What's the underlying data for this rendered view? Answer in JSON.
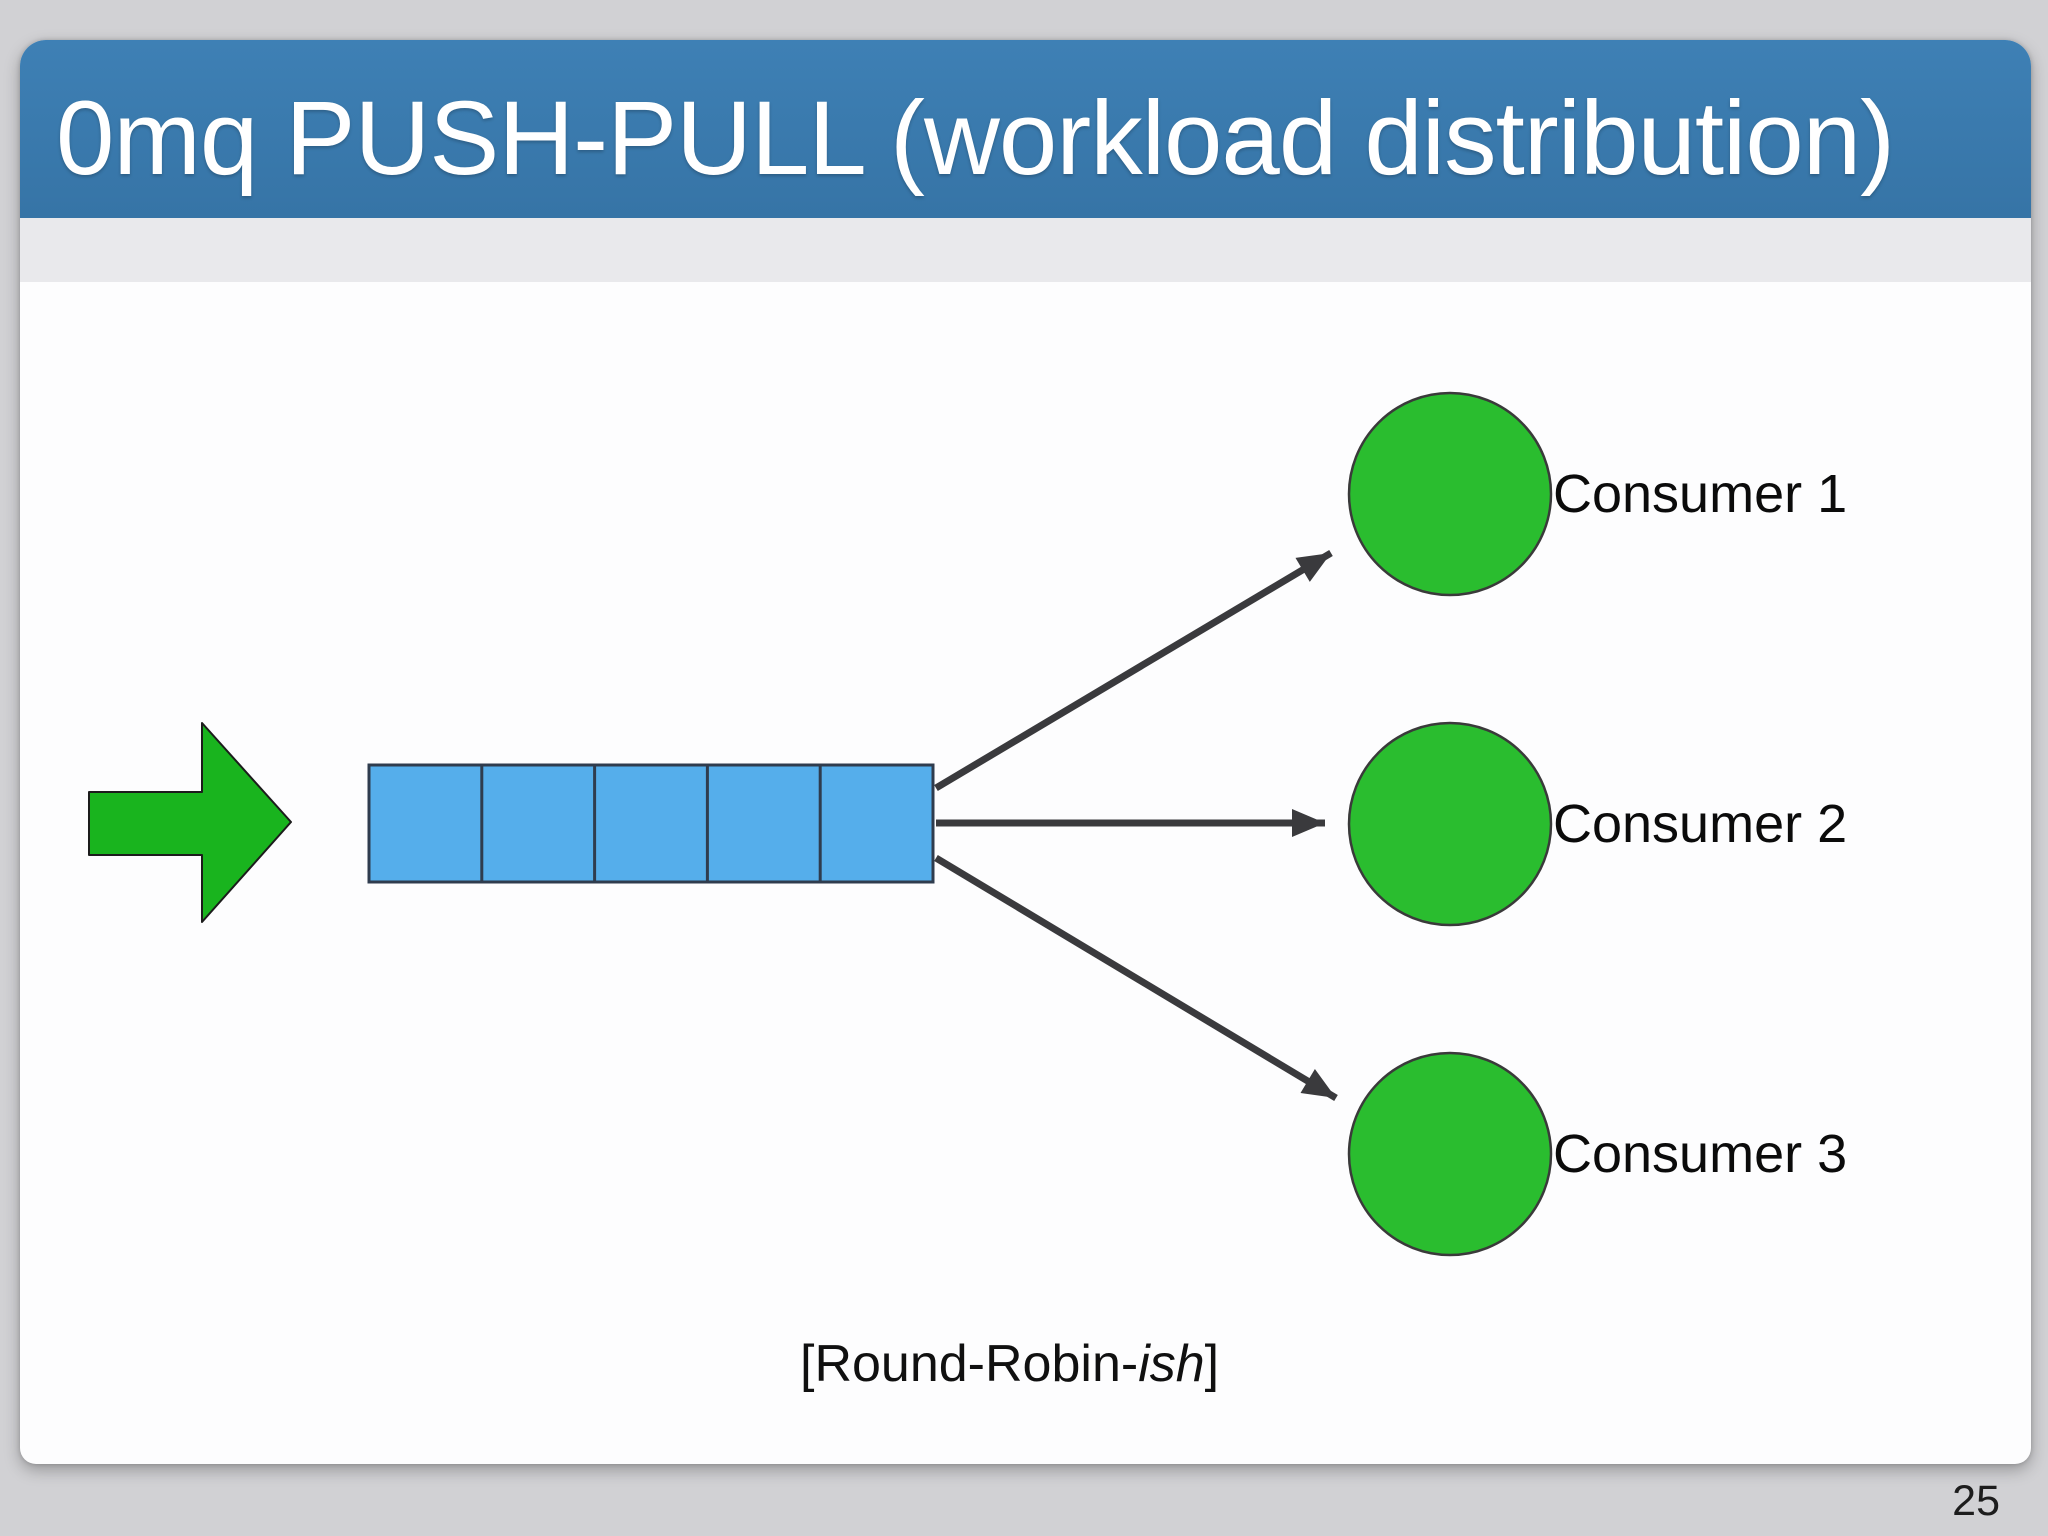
{
  "slide": {
    "title": "0mq PUSH-PULL (workload distribution)",
    "page_number": "25"
  },
  "diagram": {
    "producer_arrow_icon": "green-right-arrow",
    "queue": {
      "cell_count": 5
    },
    "consumers": [
      {
        "label": "Consumer 1"
      },
      {
        "label": "Consumer 2"
      },
      {
        "label": "Consumer 3"
      }
    ],
    "caption": {
      "prefix": "[Round-Robin-",
      "emphasis": "ish",
      "suffix": "]"
    }
  },
  "colors": {
    "header_blue": "#3878ad",
    "substrip_gray": "#e9e9ec",
    "backdrop_gray": "#d1d1d4",
    "slide_white": "#fdfdfe",
    "queue_blue": "#55aeeb",
    "queue_border": "#2f3c4e",
    "arrow_green": "#19b41e",
    "node_green": "#2abd2f",
    "connector_dark": "#3a3a3d",
    "title_text": "#ffffff",
    "body_text": "#0b0b0b"
  }
}
